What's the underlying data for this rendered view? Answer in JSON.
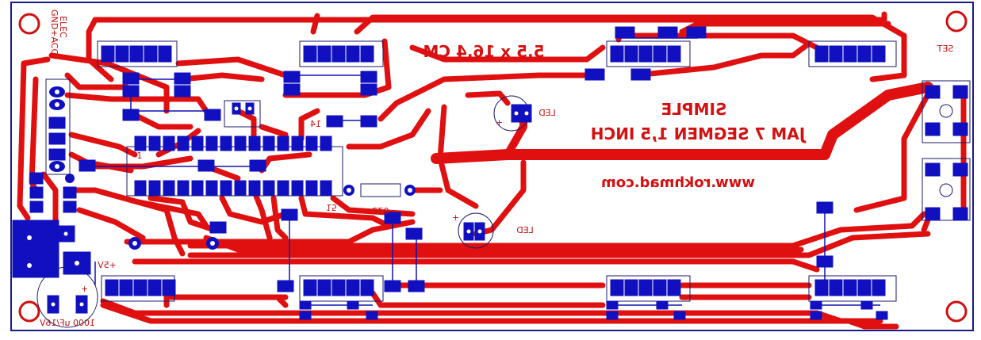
{
  "colors": {
    "trace": "#e01010",
    "pad": "#1010c0",
    "silk": "#c01010",
    "outline": "#1a1a8a",
    "board": "#ffffff"
  },
  "labels": {
    "size": "5,5 x 16,4 CM",
    "title1": "SIMPLE",
    "title2": "JAM 7 SEGMEN 1,5 INCH",
    "url": "www.rokhmad.com",
    "led_top": "LED",
    "led_bottom": "LED",
    "set": "SET",
    "power": "GND+ACC",
    "power2": "ELEC",
    "plus5v": "+5V",
    "cap": "1000 uF/16V",
    "r220": "220",
    "pin14": "14",
    "pin15": "15",
    "pin1": "1",
    "plus_top": "+",
    "plus_bottom": "+",
    "plus_cap": "+"
  }
}
